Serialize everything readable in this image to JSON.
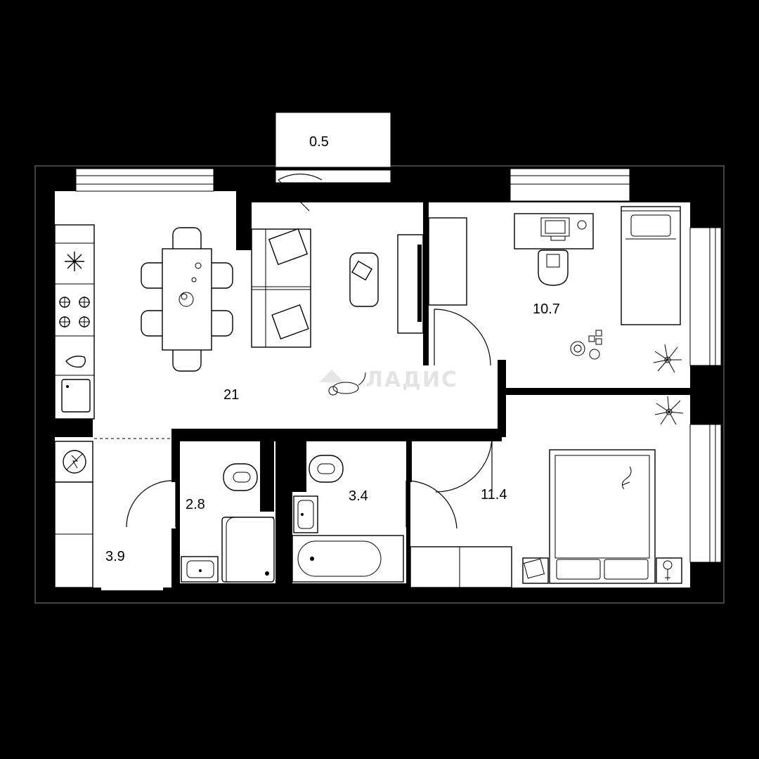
{
  "floor_plan": {
    "watermark": "ЛАДИС",
    "rooms": [
      {
        "id": "balcony",
        "area": "0.5"
      },
      {
        "id": "living-kitchen",
        "area": "21"
      },
      {
        "id": "bedroom-small",
        "area": "10.7"
      },
      {
        "id": "bathroom-small",
        "area": "2.8"
      },
      {
        "id": "bathroom",
        "area": "3.4"
      },
      {
        "id": "bedroom-large",
        "area": "11.4"
      },
      {
        "id": "hallway",
        "area": "3.9"
      }
    ]
  }
}
